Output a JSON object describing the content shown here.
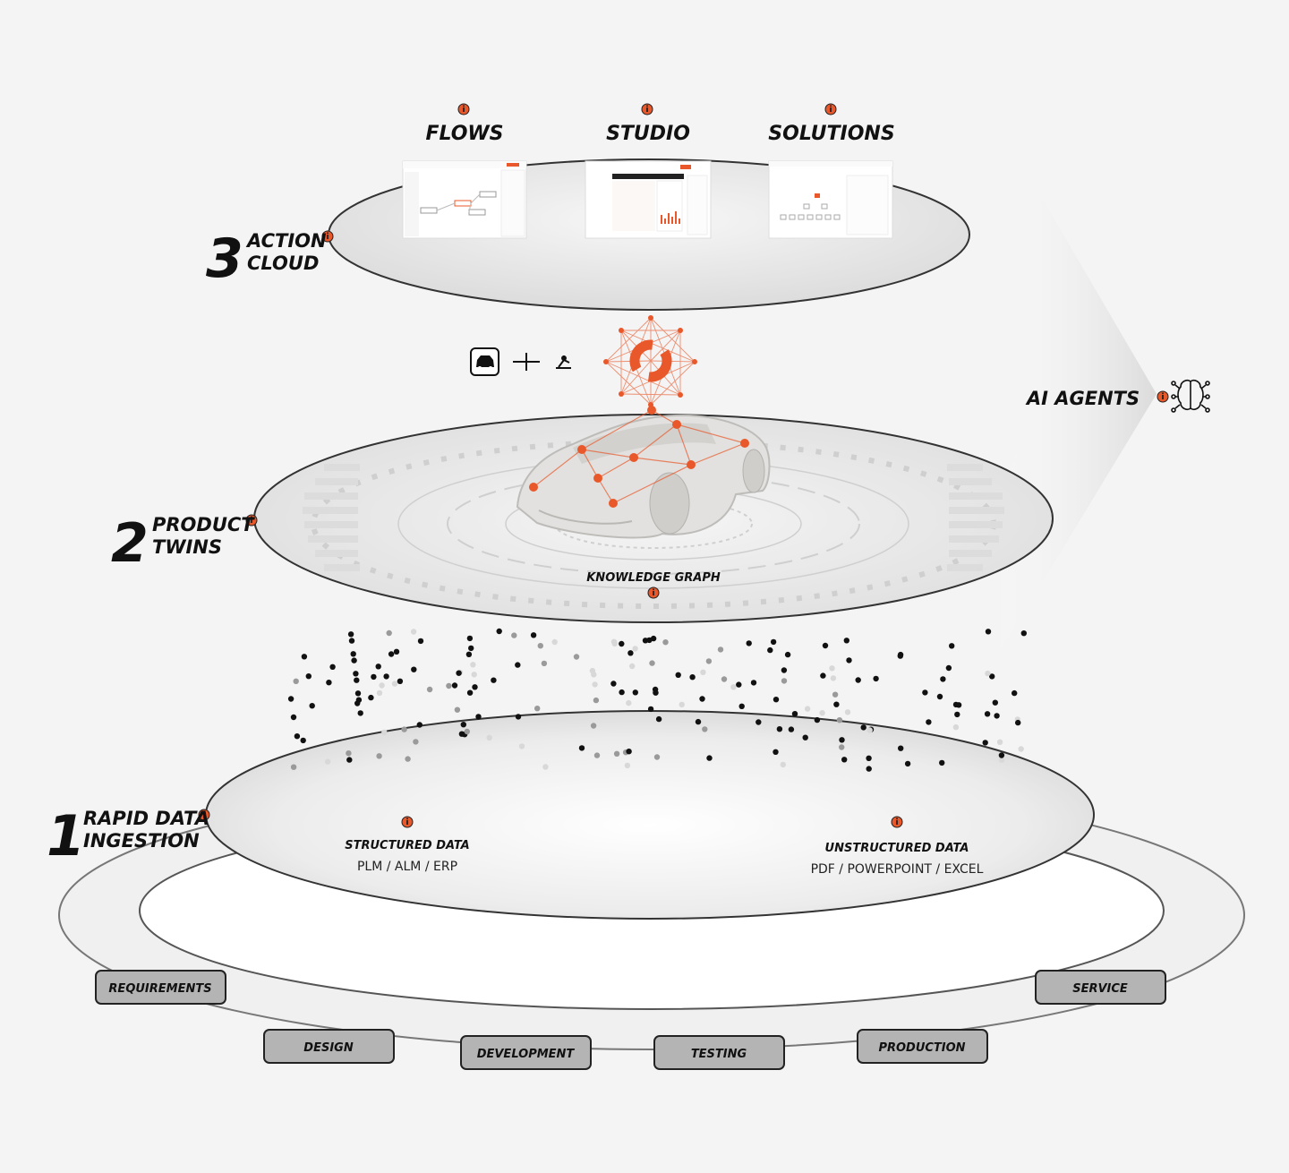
{
  "layer1": {
    "number": "1",
    "title_line1": "RAPID DATA",
    "title_line2": "INGESTION",
    "structured": {
      "title": "STRUCTURED DATA",
      "sub": "PLM / ALM / ERP"
    },
    "unstructured": {
      "title": "UNSTRUCTURED DATA",
      "sub": "PDF / POWERPOINT / EXCEL"
    }
  },
  "layer2": {
    "number": "2",
    "title_line1": "PRODUCT",
    "title_line2": "TWINS",
    "knowledge_graph": "KNOWLEDGE GRAPH"
  },
  "layer3": {
    "number": "3",
    "title_line1": "ACTION",
    "title_line2": "CLOUD",
    "modules": [
      "FLOWS",
      "STUDIO",
      "SOLUTIONS"
    ]
  },
  "ai_agents": "AI AGENTS",
  "lifecycle": [
    "REQUIREMENTS",
    "DESIGN",
    "DEVELOPMENT",
    "TESTING",
    "PRODUCTION",
    "SERVICE"
  ],
  "colors": {
    "accent": "#e9582a",
    "box_fill": "#b4b4b4",
    "text": "#111111"
  },
  "icons": [
    "info-icon",
    "car-icon",
    "plus-icon",
    "robot-arm-icon",
    "brand-logo-icon",
    "neural-network-icon"
  ]
}
